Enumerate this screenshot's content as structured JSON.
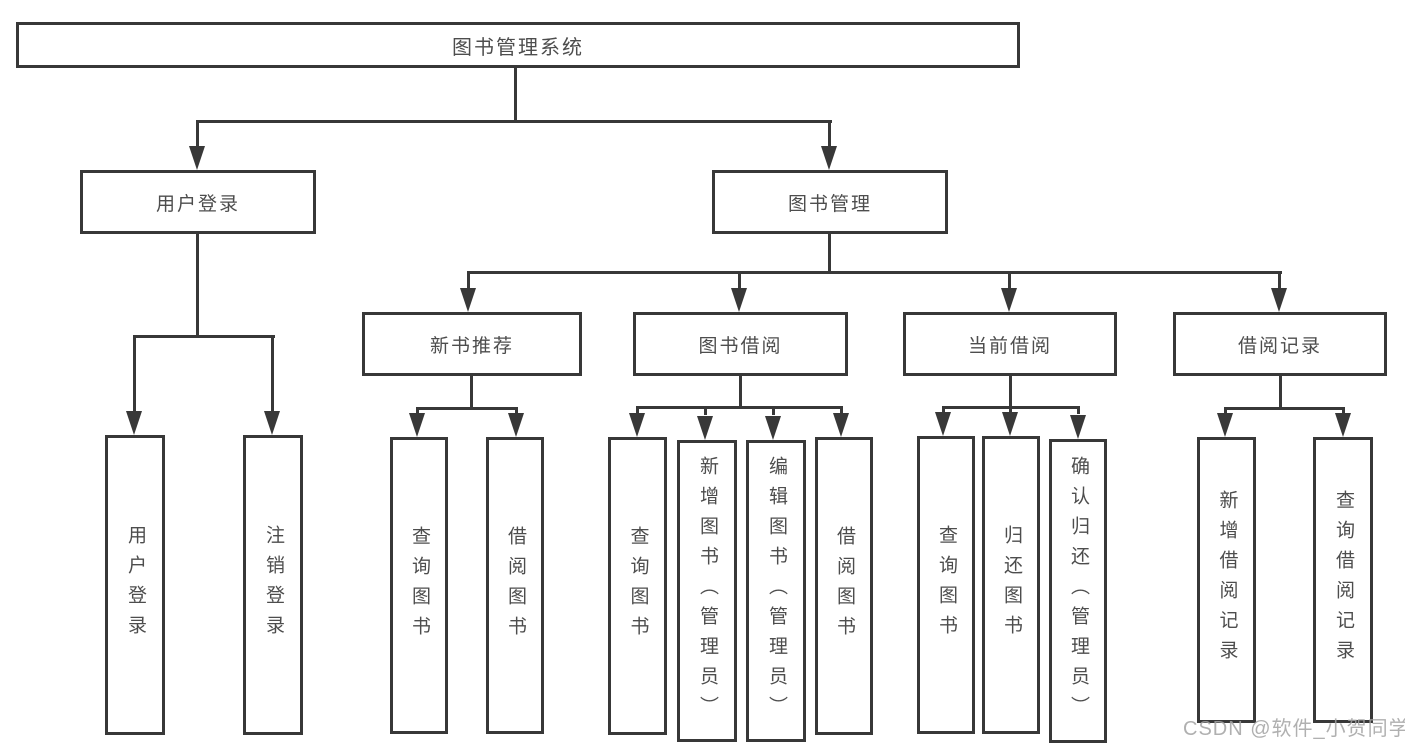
{
  "tree": {
    "root": "图书管理系统",
    "user_login": {
      "label": "用户登录",
      "children": [
        "用户登录",
        "注销登录"
      ]
    },
    "book_mgmt": {
      "label": "图书管理",
      "groups": [
        {
          "label": "新书推荐",
          "children": [
            "查询图书",
            "借阅图书"
          ]
        },
        {
          "label": "图书借阅",
          "children": [
            "查询图书",
            "新增图书（管理员）",
            "编辑图书（管理员）",
            "借阅图书"
          ]
        },
        {
          "label": "当前借阅",
          "children": [
            "查询图书",
            "归还图书",
            "确认归还（管理员）"
          ]
        },
        {
          "label": "借阅记录",
          "children": [
            "新增借阅记录",
            "查询借阅记录"
          ]
        }
      ]
    }
  },
  "watermark": "CSDN @软件_小贺同学",
  "colors": {
    "line": "#383838",
    "text": "#4d4d4d",
    "watermark": "#a3a3a3",
    "background": "#ffffff"
  }
}
